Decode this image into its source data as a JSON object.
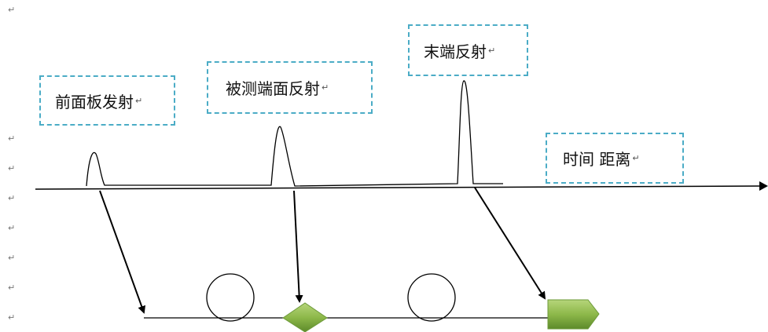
{
  "labels": {
    "front_panel": "前面板发射",
    "measured_face": "被测端面反射",
    "end_reflect": "末端反射",
    "time_distance": "时间 距离"
  },
  "glyphs": {
    "return_mark": "↵"
  },
  "colors": {
    "box_border": "#4bacc6",
    "connector_fill": "#8db84a",
    "line": "#000000"
  }
}
